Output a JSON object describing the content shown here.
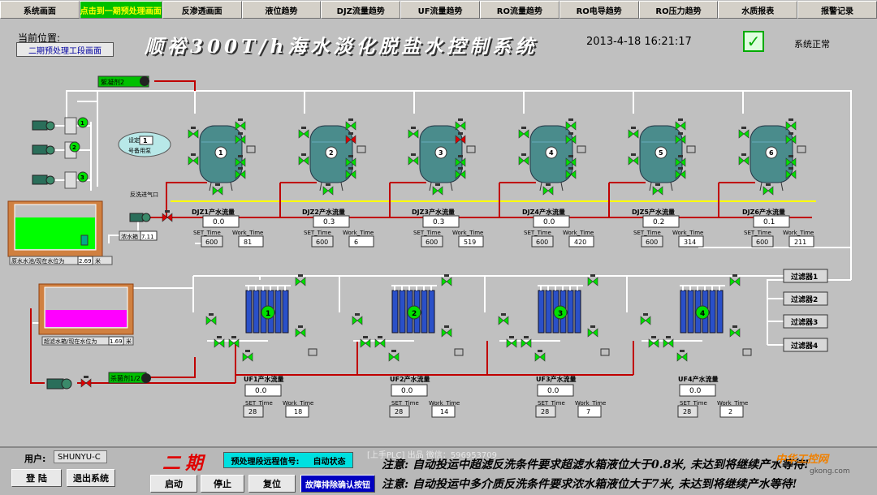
{
  "tabs": [
    {
      "label": "系统画面",
      "active": false
    },
    {
      "label": "点击到一期预处理画面",
      "active": true
    },
    {
      "label": "反渗透画面",
      "active": false
    },
    {
      "label": "液位趋势",
      "active": false
    },
    {
      "label": "DJZ流量趋势",
      "active": false
    },
    {
      "label": "UF流量趋势",
      "active": false
    },
    {
      "label": "RO流量趋势",
      "active": false
    },
    {
      "label": "RO电导趋势",
      "active": false
    },
    {
      "label": "RO压力趋势",
      "active": false
    },
    {
      "label": "水质报表",
      "active": false
    },
    {
      "label": "报警记录",
      "active": false
    }
  ],
  "header": {
    "location_label": "当前位置:",
    "location_value": "二期预处理工段画面",
    "title": "顺裕300T/h海水淡化脱盐水控制系统",
    "datetime": "2013-4-18  16:21:17",
    "status_text": "系统正常",
    "status_check": "✓"
  },
  "labels": {
    "pump_top": "絮凝剂2",
    "setpoint_top": "设定",
    "setpoint_value": "1",
    "setpoint_bottom": "号备用泵",
    "backwash_air": "反洗进气口",
    "raw_tank": "原水水池/现在水位为",
    "raw_level": "2.69",
    "raw_unit": "米",
    "conc_tank": "浓水箱",
    "conc_value": "7.11",
    "uf_tank": "超滤水箱/现在水位为",
    "uf_level": "1.69",
    "uf_unit": "米",
    "pump_bottom": "杀菌剂1/2",
    "set_time": "SET_Time",
    "work_time": "Work_Time"
  },
  "djz": [
    {
      "num": "1",
      "label": "DJZ1产水流量",
      "flow": "0.0",
      "set": "600",
      "work": "81"
    },
    {
      "num": "2",
      "label": "DJZ2产水流量",
      "flow": "0.3",
      "set": "600",
      "work": "6"
    },
    {
      "num": "3",
      "label": "DJZ3产水流量",
      "flow": "0.3",
      "set": "600",
      "work": "519"
    },
    {
      "num": "4",
      "label": "DJZ4产水流量",
      "flow": "0.0",
      "set": "600",
      "work": "420"
    },
    {
      "num": "5",
      "label": "DJZ5产水流量",
      "flow": "0.2",
      "set": "600",
      "work": "314"
    },
    {
      "num": "6",
      "label": "DJZ6产水流量",
      "flow": "0.1",
      "set": "600",
      "work": "211"
    }
  ],
  "uf": [
    {
      "num": "1",
      "label": "UF1产水流量",
      "flow": "0.0",
      "set": "28",
      "work": "18"
    },
    {
      "num": "2",
      "label": "UF2产水流量",
      "flow": "0.0",
      "set": "28",
      "work": "14"
    },
    {
      "num": "3",
      "label": "UF3产水流量",
      "flow": "0.0",
      "set": "28",
      "work": "7"
    },
    {
      "num": "4",
      "label": "UF4产水流量",
      "flow": "0.0",
      "set": "28",
      "work": "2"
    }
  ],
  "filters": [
    "过滤器1",
    "过滤器2",
    "过滤器3",
    "过滤器4"
  ],
  "pumps_left": [
    "1",
    "2",
    "3"
  ],
  "footer": {
    "user_label": "用户:",
    "user_value": "SHUNYU-C",
    "login": "登 陆",
    "logout": "退出系统",
    "phase": "二期",
    "remote_label": "预处理段远程信号:",
    "remote_value": "自动状态",
    "start": "启动",
    "stop": "停止",
    "reset": "复位",
    "fault_confirm": "故障排除确认按钮",
    "watermark": "[上手PLC] 出品 微信：596953709",
    "note1": "注意: 自动投运中超滤反洗条件要求超滤水箱液位大于0.8米, 未达到将继续产水等待!",
    "note2": "注意: 自动投运中多介质反洗条件要求浓水箱液位大于7米, 未达到将继续产水等待!",
    "logo": "中华工控网",
    "logo_url": "gkong.com"
  },
  "colors": {
    "pipe_white": "#ffffff",
    "pipe_red": "#c00000",
    "pipe_yellow": "#ffff00",
    "valve_green": "#00e000",
    "valve_red": "#e00000",
    "tank_green": "#00ff00",
    "tank_magenta": "#ff00ff",
    "vessel": "#4a8c8c"
  }
}
